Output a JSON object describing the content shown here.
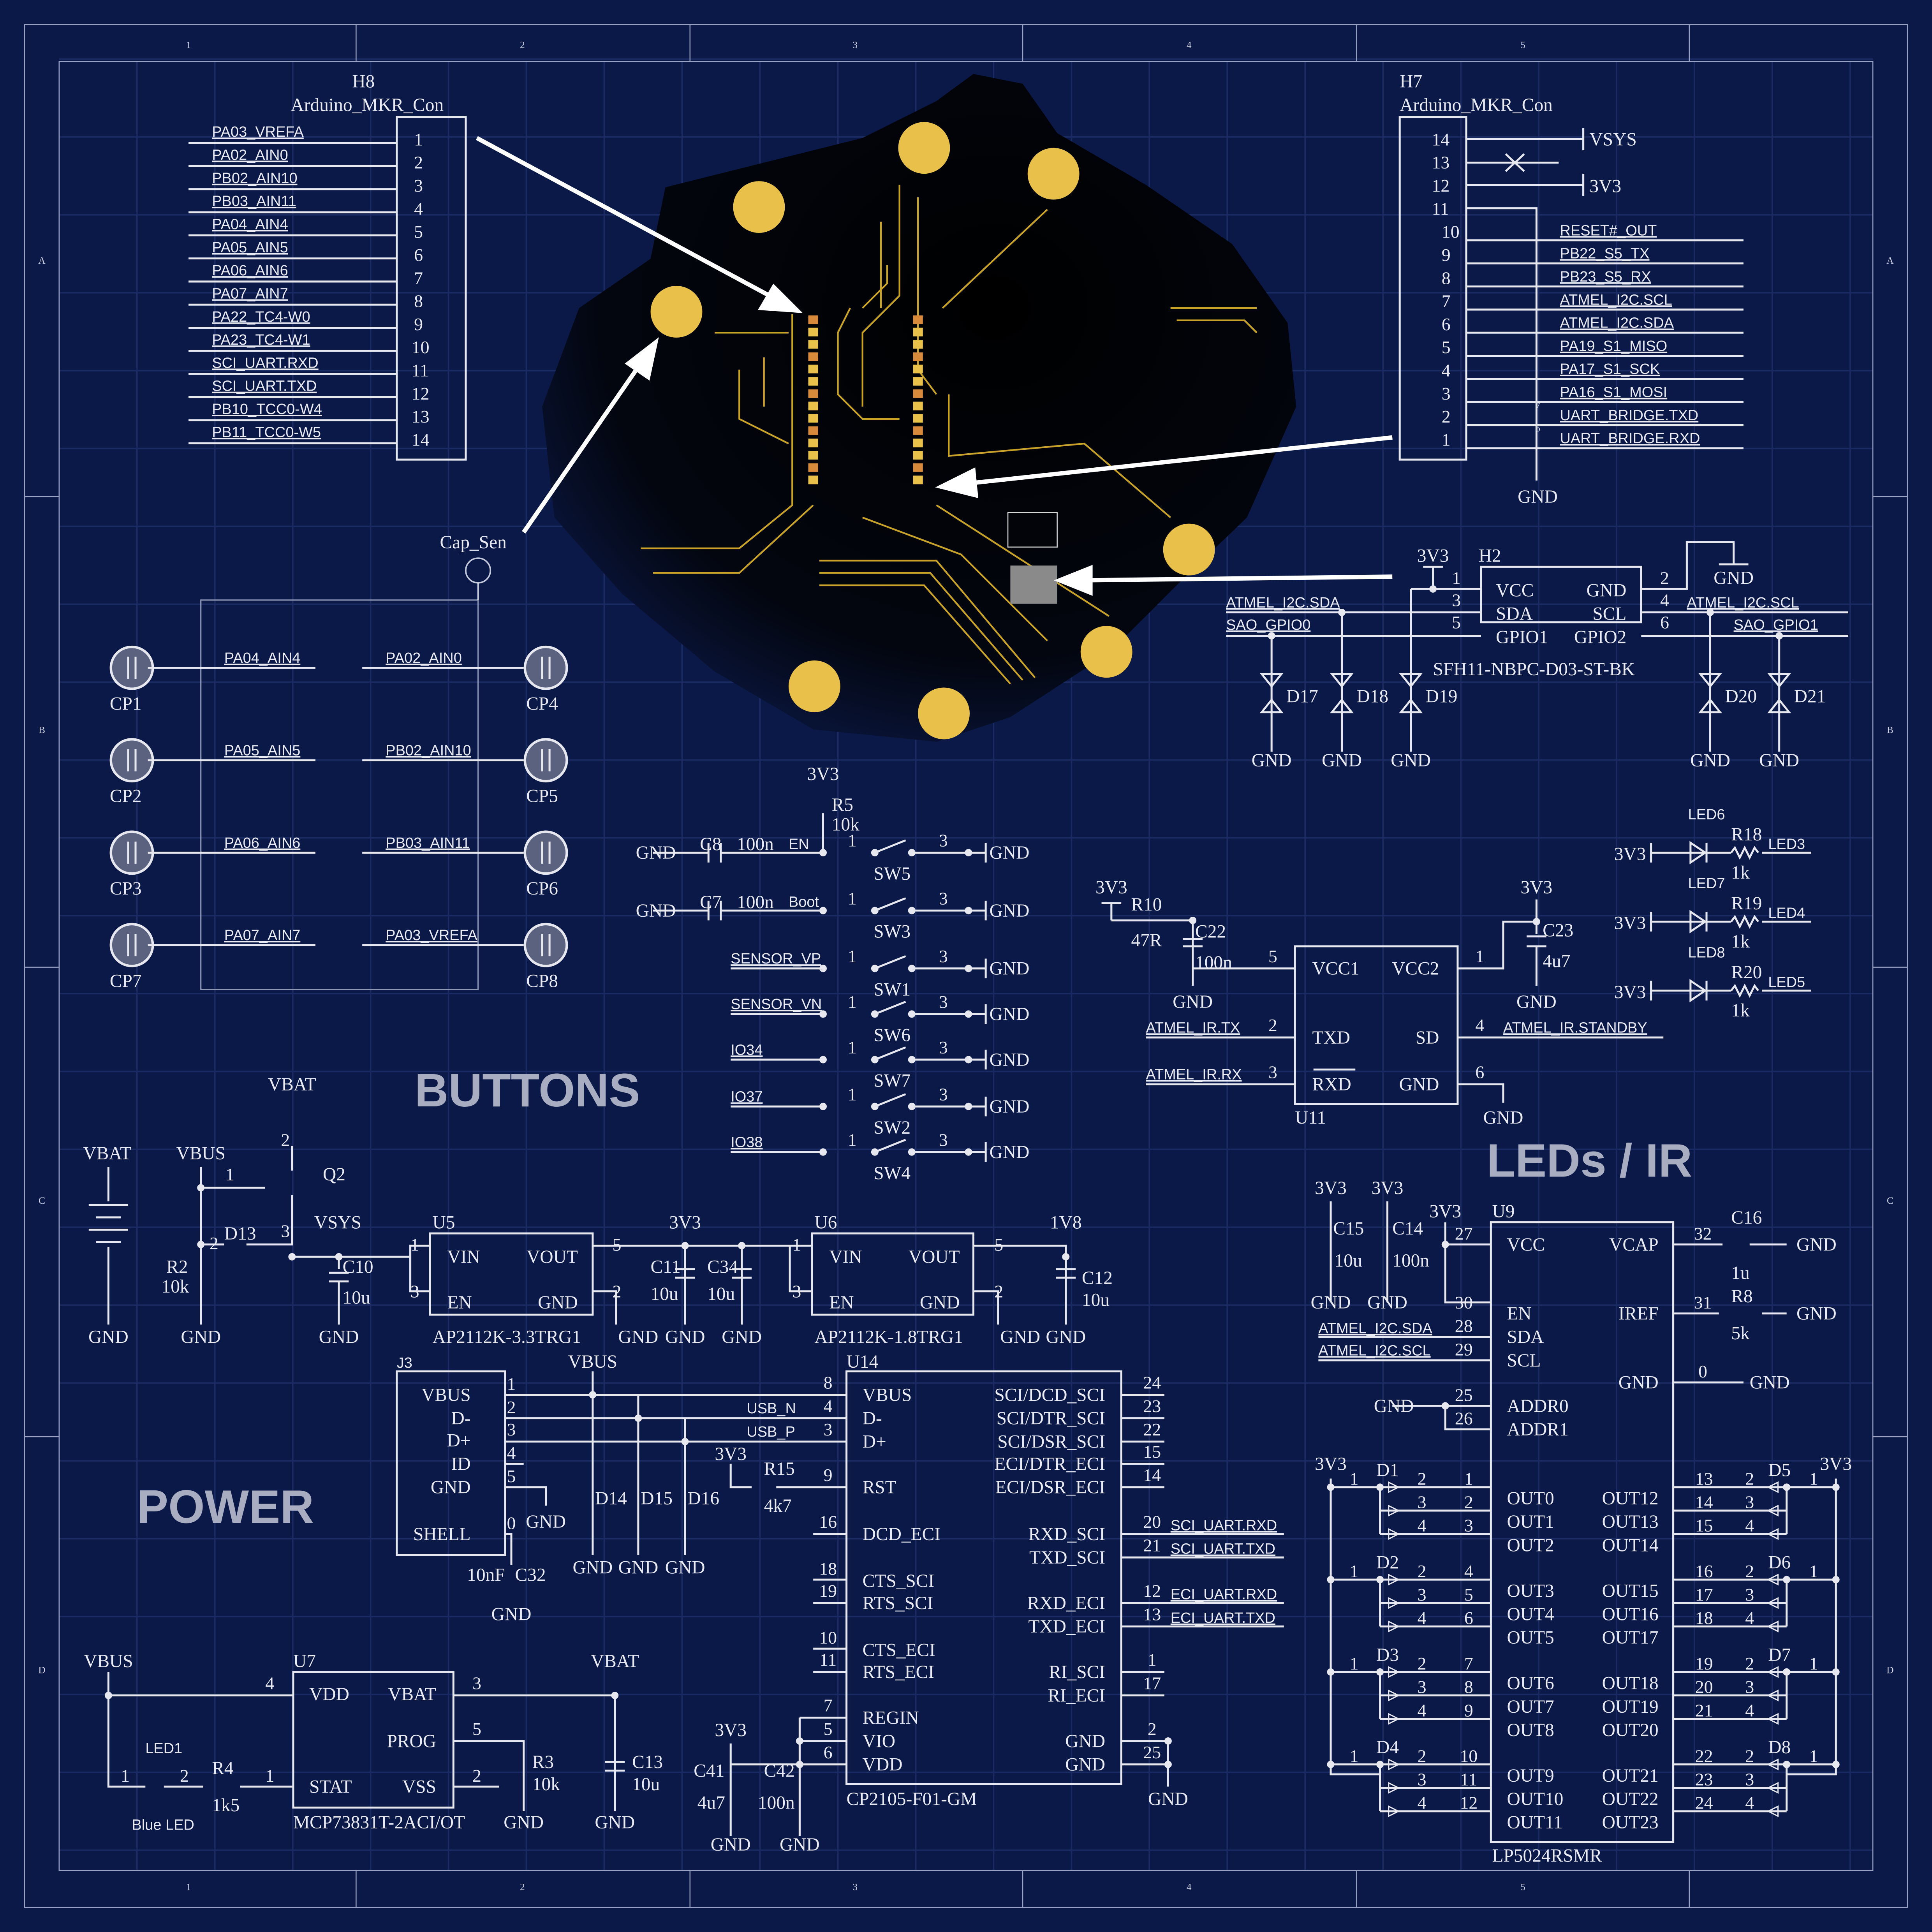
{
  "frame": {
    "columns": [
      "1",
      "2",
      "3",
      "4",
      "5"
    ],
    "rows": [
      "A",
      "B",
      "C",
      "D"
    ]
  },
  "colors": {
    "background": "#0b1948",
    "wire": "#e6e7ef",
    "pcb_pad": "#e8c04a",
    "pcb_trace": "#c9a22a",
    "title": "#a9adc2"
  },
  "sections": {
    "buttons": "BUTTONS",
    "power": "POWER",
    "leds_ir": "LEDs / IR"
  },
  "h8": {
    "ref": "H8",
    "part": "Arduino_MKR_Con",
    "pins": [
      "1",
      "2",
      "3",
      "4",
      "5",
      "6",
      "7",
      "8",
      "9",
      "10",
      "11",
      "12",
      "13",
      "14"
    ],
    "nets": [
      "PA03_VREFA",
      "PA02_AIN0",
      "PB02_AIN10",
      "PB03_AIN11",
      "PA04_AIN4",
      "PA05_AIN5",
      "PA06_AIN6",
      "PA07_AIN7",
      "PA22_TC4-W0",
      "PA23_TC4-W1",
      "SCI_UART.RXD",
      "SCI_UART.TXD",
      "PB10_TCC0-W4",
      "PB11_TCC0-W5"
    ]
  },
  "h7": {
    "ref": "H7",
    "part": "Arduino_MKR_Con",
    "pins": [
      "14",
      "13",
      "12",
      "11",
      "10",
      "9",
      "8",
      "7",
      "6",
      "5",
      "4",
      "3",
      "2",
      "1"
    ],
    "power": {
      "vsys": "VSYS",
      "v3v3": "3V3",
      "gnd": "GND"
    },
    "nets": [
      "RESET#_OUT",
      "PB22_S5_TX",
      "PB23_S5_RX",
      "ATMEL_I2C.SCL",
      "ATMEL_I2C.SDA",
      "PA19_S1_MISO",
      "PA17_S1_SCK",
      "PA16_S1_MOSI",
      "UART_BRIDGE.TXD",
      "UART_BRIDGE.RXD"
    ],
    "marks": [
      "7",
      "6"
    ]
  },
  "cap_sensor": {
    "label": "Cap_Sen",
    "left": [
      {
        "ref": "CP1",
        "net": "PA04_AIN4"
      },
      {
        "ref": "CP2",
        "net": "PA05_AIN5"
      },
      {
        "ref": "CP3",
        "net": "PA06_AIN6"
      },
      {
        "ref": "CP7",
        "net": "PA07_AIN7"
      }
    ],
    "right": [
      {
        "ref": "CP4",
        "net": "PA02_AIN0"
      },
      {
        "ref": "CP5",
        "net": "PB02_AIN10"
      },
      {
        "ref": "CP6",
        "net": "PB03_AIN11"
      },
      {
        "ref": "CP8",
        "net": "PA03_VREFA"
      }
    ]
  },
  "buttons": {
    "gnd": "GND",
    "pin1": "1",
    "pin3": "3",
    "en": {
      "supply": "3V3",
      "r_ref": "R5",
      "r_val": "10k",
      "c_ref": "C8",
      "c_val": "100n",
      "net": "EN"
    },
    "boot": {
      "c_ref": "C7",
      "c_val": "100n",
      "net": "Boot"
    },
    "switches": [
      {
        "ref": "SW5",
        "net": "EN"
      },
      {
        "ref": "SW3",
        "net": "Boot"
      },
      {
        "ref": "SW1",
        "net": "SENSOR_VP"
      },
      {
        "ref": "SW6",
        "net": "SENSOR_VN"
      },
      {
        "ref": "SW7",
        "net": "IO34"
      },
      {
        "ref": "SW2",
        "net": "IO37"
      },
      {
        "ref": "SW4",
        "net": "IO38"
      }
    ]
  },
  "h2": {
    "ref": "H2",
    "part": "SFH11-NBPC-D03-ST-BK",
    "supply": "3V3",
    "gnd": "GND",
    "left_pins": [
      "VCC",
      "SDA",
      "GPIO1"
    ],
    "right_pins": [
      "GND",
      "SCL",
      "GPIO2"
    ],
    "left_nums": [
      "1",
      "3",
      "5"
    ],
    "right_nums": [
      "2",
      "4",
      "6"
    ],
    "nets": {
      "sda": "ATMEL_I2C.SDA",
      "gpio0": "SAO_GPIO0",
      "scl": "ATMEL_I2C.SCL",
      "gpio1": "SAO_GPIO1"
    },
    "diodes": [
      "D17",
      "D18",
      "D19",
      "D20",
      "D21"
    ]
  },
  "status_leds": [
    {
      "supply": "3V3",
      "led": "LED6",
      "r": "R18",
      "val": "1k",
      "net": "LED3"
    },
    {
      "supply": "3V3",
      "led": "LED7",
      "r": "R19",
      "val": "1k",
      "net": "LED4"
    },
    {
      "supply": "3V3",
      "led": "LED8",
      "r": "R20",
      "val": "1k",
      "net": "LED5"
    }
  ],
  "u11": {
    "ref": "U11",
    "pins_left": [
      "VCC1",
      "TXD",
      "RXD"
    ],
    "pins_right": [
      "VCC2",
      "SD",
      "GND"
    ],
    "nums": {
      "vcc1": "5",
      "txd": "2",
      "rxd": "3",
      "vcc2": "1",
      "sd": "4",
      "gnd": "6"
    },
    "supply": "3V3",
    "r": "R10",
    "r_val": "47R",
    "c22": "C22",
    "c22_val": "100n",
    "c23": "C23",
    "c23_val": "4u7",
    "gnd": "GND",
    "nets": {
      "tx": "ATMEL_IR.TX",
      "rx": "ATMEL_IR.RX",
      "standby": "ATMEL_IR.STANDBY"
    }
  },
  "power": {
    "vbat": "VBAT",
    "vbus": "VBUS",
    "vsys": "VSYS",
    "gnd": "GND",
    "v3v3": "3V3",
    "v1v8": "1V8",
    "q2": "Q2",
    "d13": "D13",
    "r2": "R2",
    "r2_val": "10k",
    "c10": "C10",
    "c10_val": "10u",
    "q_pins": [
      "2",
      "1",
      "3"
    ],
    "d13_pin": "2",
    "u5": {
      "ref": "U5",
      "part": "AP2112K-3.3TRG1",
      "pins": [
        "VIN",
        "VOUT",
        "EN",
        "GND"
      ],
      "nums": [
        "1",
        "5",
        "3",
        "2"
      ]
    },
    "c11": "C11",
    "c11_val": "10u",
    "c34": "C34",
    "c34_val": "10u",
    "u6": {
      "ref": "U6",
      "part": "AP2112K-1.8TRG1",
      "pins": [
        "VIN",
        "VOUT",
        "EN",
        "GND"
      ],
      "nums": [
        "1",
        "5",
        "3",
        "2"
      ]
    },
    "c12": "C12",
    "c12_val": "10u"
  },
  "j3": {
    "ref": "J3",
    "pins": [
      "VBUS",
      "D-",
      "D+",
      "ID",
      "GND",
      "SHELL"
    ],
    "nums": [
      "1",
      "2",
      "3",
      "4",
      "5",
      "0"
    ],
    "usb_n": "USB_N",
    "usb_p": "USB_P",
    "diodes": [
      "D14",
      "D15",
      "D16"
    ],
    "c32": "C32",
    "c32_val": "10nF"
  },
  "u14": {
    "ref": "U14",
    "part": "CP2105-F01-GM",
    "left": [
      {
        "n": "8",
        "p": "VBUS"
      },
      {
        "n": "4",
        "p": "D-"
      },
      {
        "n": "3",
        "p": "D+"
      },
      {
        "n": "9",
        "p": "RST"
      },
      {
        "n": "16",
        "p": "DCD_ECI"
      },
      {
        "n": "18",
        "p": "CTS_SCI"
      },
      {
        "n": "19",
        "p": "RTS_SCI"
      },
      {
        "n": "10",
        "p": "CTS_ECI"
      },
      {
        "n": "11",
        "p": "RTS_ECI"
      },
      {
        "n": "7",
        "p": "REGIN"
      },
      {
        "n": "5",
        "p": "VIO"
      },
      {
        "n": "6",
        "p": "VDD"
      }
    ],
    "right": [
      {
        "n": "24",
        "p": "SCI/DCD_SCI"
      },
      {
        "n": "23",
        "p": "SCI/DTR_SCI"
      },
      {
        "n": "22",
        "p": "SCI/DSR_SCI"
      },
      {
        "n": "15",
        "p": "ECI/DTR_ECI"
      },
      {
        "n": "14",
        "p": "ECI/DSR_ECI"
      },
      {
        "n": "20",
        "p": "RXD_SCI"
      },
      {
        "n": "21",
        "p": "TXD_SCI"
      },
      {
        "n": "12",
        "p": "RXD_ECI"
      },
      {
        "n": "13",
        "p": "TXD_ECI"
      },
      {
        "n": "1",
        "p": "RI_SCI"
      },
      {
        "n": "17",
        "p": "RI_ECI"
      },
      {
        "n": "2",
        "p": "GND"
      },
      {
        "n": "25",
        "p": "GND"
      }
    ],
    "nets": [
      "SCI_UART.RXD",
      "SCI_UART.TXD",
      "ECI_UART.RXD",
      "ECI_UART.TXD"
    ],
    "r15": "R15",
    "r15_val": "4k7",
    "c41": "C41",
    "c41_val": "4u7",
    "c42": "C42",
    "c42_val": "100n"
  },
  "u7": {
    "ref": "U7",
    "part": "MCP73831T-2ACI/OT",
    "pins": [
      "VDD",
      "VBAT",
      "PROG",
      "STAT",
      "VSS"
    ],
    "nums": [
      "4",
      "3",
      "5",
      "1",
      "2"
    ],
    "r3": "R3",
    "r3_val": "10k",
    "c13": "C13",
    "c13_val": "10u",
    "led": "LED1",
    "led_desc": "Blue LED",
    "led_pins": [
      "1",
      "2"
    ],
    "r4": "R4",
    "r4_val": "1k5"
  },
  "u9": {
    "ref": "U9",
    "part": "LP5024RSMR",
    "left_top": [
      {
        "n": "27",
        "p": "VCC"
      },
      {
        "n": "30",
        "p": "EN"
      },
      {
        "n": "28",
        "p": "SDA"
      },
      {
        "n": "29",
        "p": "SCL"
      },
      {
        "n": "25",
        "p": "ADDR0"
      },
      {
        "n": "26",
        "p": "ADDR1"
      }
    ],
    "right_top": [
      {
        "n": "32",
        "p": "VCAP"
      },
      {
        "n": "31",
        "p": "IREF"
      },
      {
        "n": "0",
        "p": "GND"
      }
    ],
    "outs_left": [
      "OUT0",
      "OUT1",
      "OUT2",
      "OUT3",
      "OUT4",
      "OUT5",
      "OUT6",
      "OUT7",
      "OUT8",
      "OUT9",
      "OUT10",
      "OUT11"
    ],
    "outs_right": [
      "OUT12",
      "OUT13",
      "OUT14",
      "OUT15",
      "OUT16",
      "OUT17",
      "OUT18",
      "OUT19",
      "OUT20",
      "OUT21",
      "OUT22",
      "OUT23"
    ],
    "nums_left": [
      "1",
      "2",
      "3",
      "4",
      "5",
      "6",
      "7",
      "8",
      "9",
      "10",
      "11",
      "12"
    ],
    "nums_right": [
      "13",
      "14",
      "15",
      "16",
      "17",
      "18",
      "19",
      "20",
      "21",
      "22",
      "23",
      "24"
    ],
    "c15": "C15",
    "c15_val": "10u",
    "c14": "C14",
    "c14_val": "100n",
    "c16": "C16",
    "c16_val": "1u",
    "r8": "R8",
    "r8_val": "5k",
    "nets": {
      "sda": "ATMEL_I2C.SDA",
      "scl": "ATMEL_I2C.SCL"
    },
    "rgb_left": [
      "D1",
      "D2",
      "D3",
      "D4"
    ],
    "rgb_right": [
      "D5",
      "D6",
      "D7",
      "D8"
    ],
    "rgb_pins": [
      "1",
      "2",
      "3",
      "4"
    ]
  }
}
